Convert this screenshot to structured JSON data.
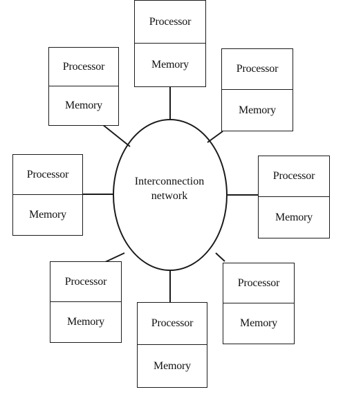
{
  "hub": {
    "line1": "Interconnection",
    "line2": "network"
  },
  "nodes": [
    {
      "id": "top",
      "processor": "Processor",
      "memory": "Memory"
    },
    {
      "id": "upper-left",
      "processor": "Processor",
      "memory": "Memory"
    },
    {
      "id": "upper-right",
      "processor": "Processor",
      "memory": "Memory"
    },
    {
      "id": "left",
      "processor": "Processor",
      "memory": "Memory"
    },
    {
      "id": "right",
      "processor": "Processor",
      "memory": "Memory"
    },
    {
      "id": "lower-left",
      "processor": "Processor",
      "memory": "Memory"
    },
    {
      "id": "lower-right",
      "processor": "Processor",
      "memory": "Memory"
    },
    {
      "id": "bottom",
      "processor": "Processor",
      "memory": "Memory"
    }
  ]
}
